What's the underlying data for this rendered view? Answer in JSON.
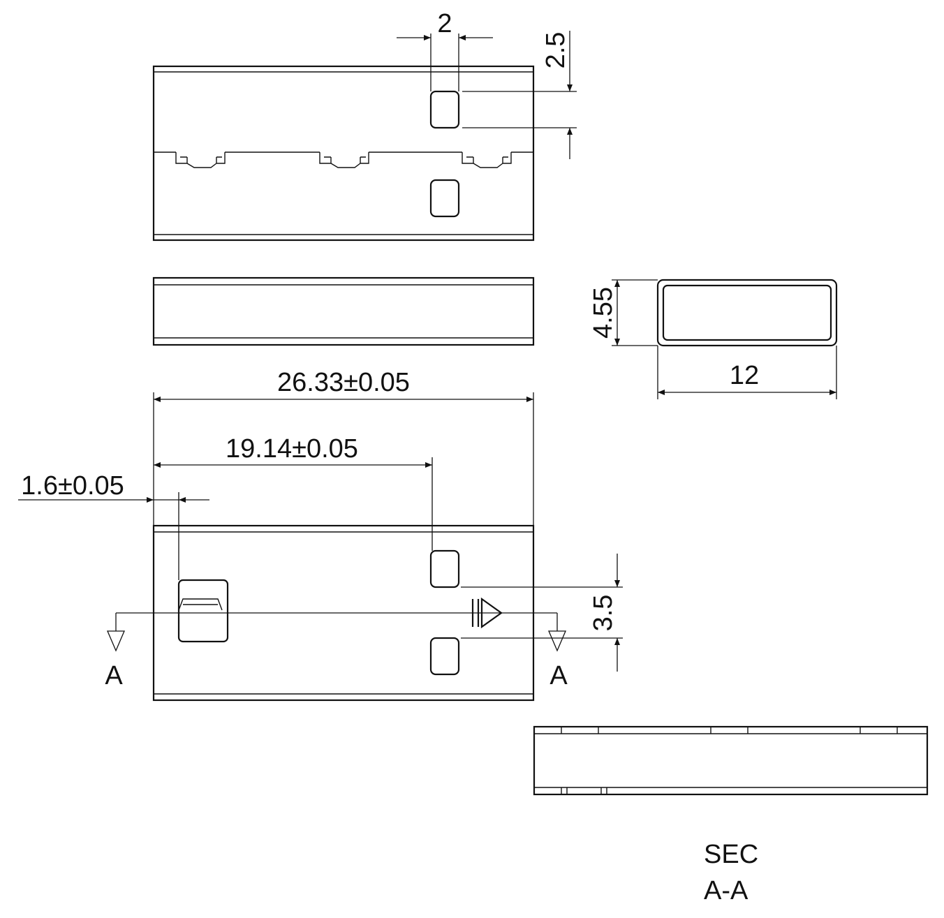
{
  "dimensions": {
    "top_square_width": "2",
    "top_square_offset": "2.5",
    "side_height": "4.55",
    "side_width": "12",
    "overall_length": "26.33±0.05",
    "pad_offset": "19.14±0.05",
    "edge_offset": "1.6±0.05",
    "pad_spacing": "3.5"
  },
  "section": {
    "marker_left": "A",
    "marker_right": "A",
    "label_line1": "SEC",
    "label_line2": "A-A"
  }
}
